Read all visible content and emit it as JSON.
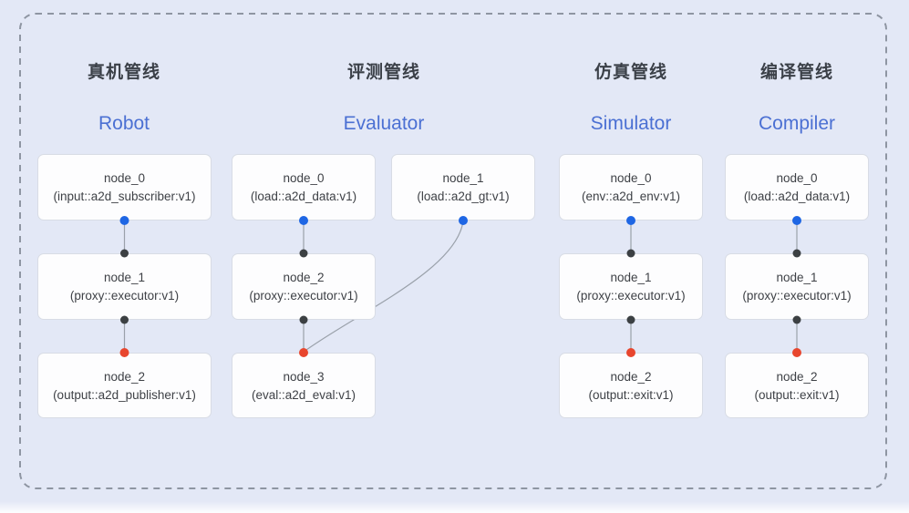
{
  "diagram_title": "pipeline-graphs",
  "colors": {
    "background": "#e3e8f6",
    "frame_dash": "#8e95a2",
    "node_bg": "#fdfdfe",
    "node_border": "#d8dce5",
    "node_text": "#3e4146",
    "title_cn": "#3b4048",
    "title_en": "#4b70d3",
    "edge": "#9aa1aa",
    "dot_blue": "#1e66e4",
    "dot_black": "#3c4043",
    "dot_red": "#e8462e"
  },
  "pipelines": [
    {
      "title_cn": "真机管线",
      "title_en": "Robot",
      "nodes": [
        {
          "name": "node_0",
          "type": "(input::a2d_subscriber:v1)"
        },
        {
          "name": "node_1",
          "type": "(proxy::executor:v1)"
        },
        {
          "name": "node_2",
          "type": "(output::a2d_publisher:v1)"
        }
      ]
    },
    {
      "title_cn": "评测管线",
      "title_en": "Evaluator",
      "nodes": [
        {
          "name": "node_0",
          "type": "(load::a2d_data:v1)"
        },
        {
          "name": "node_1",
          "type": "(load::a2d_gt:v1)"
        },
        {
          "name": "node_2",
          "type": "(proxy::executor:v1)"
        },
        {
          "name": "node_3",
          "type": "(eval::a2d_eval:v1)"
        }
      ]
    },
    {
      "title_cn": "仿真管线",
      "title_en": "Simulator",
      "nodes": [
        {
          "name": "node_0",
          "type": "(env::a2d_env:v1)"
        },
        {
          "name": "node_1",
          "type": "(proxy::executor:v1)"
        },
        {
          "name": "node_2",
          "type": "(output::exit:v1)"
        }
      ]
    },
    {
      "title_cn": "编译管线",
      "title_en": "Compiler",
      "nodes": [
        {
          "name": "node_0",
          "type": "(load::a2d_data:v1)"
        },
        {
          "name": "node_1",
          "type": "(proxy::executor:v1)"
        },
        {
          "name": "node_2",
          "type": "(output::exit:v1)"
        }
      ]
    }
  ],
  "edges": [
    {
      "from": "robot.node_0",
      "to": "robot.node_1"
    },
    {
      "from": "robot.node_1",
      "to": "robot.node_2"
    },
    {
      "from": "evaluator.node_0",
      "to": "evaluator.node_2"
    },
    {
      "from": "evaluator.node_1",
      "to": "evaluator.node_3"
    },
    {
      "from": "evaluator.node_2",
      "to": "evaluator.node_3"
    },
    {
      "from": "simulator.node_0",
      "to": "simulator.node_1"
    },
    {
      "from": "simulator.node_1",
      "to": "simulator.node_2"
    },
    {
      "from": "compiler.node_0",
      "to": "compiler.node_1"
    },
    {
      "from": "compiler.node_1",
      "to": "compiler.node_2"
    }
  ]
}
